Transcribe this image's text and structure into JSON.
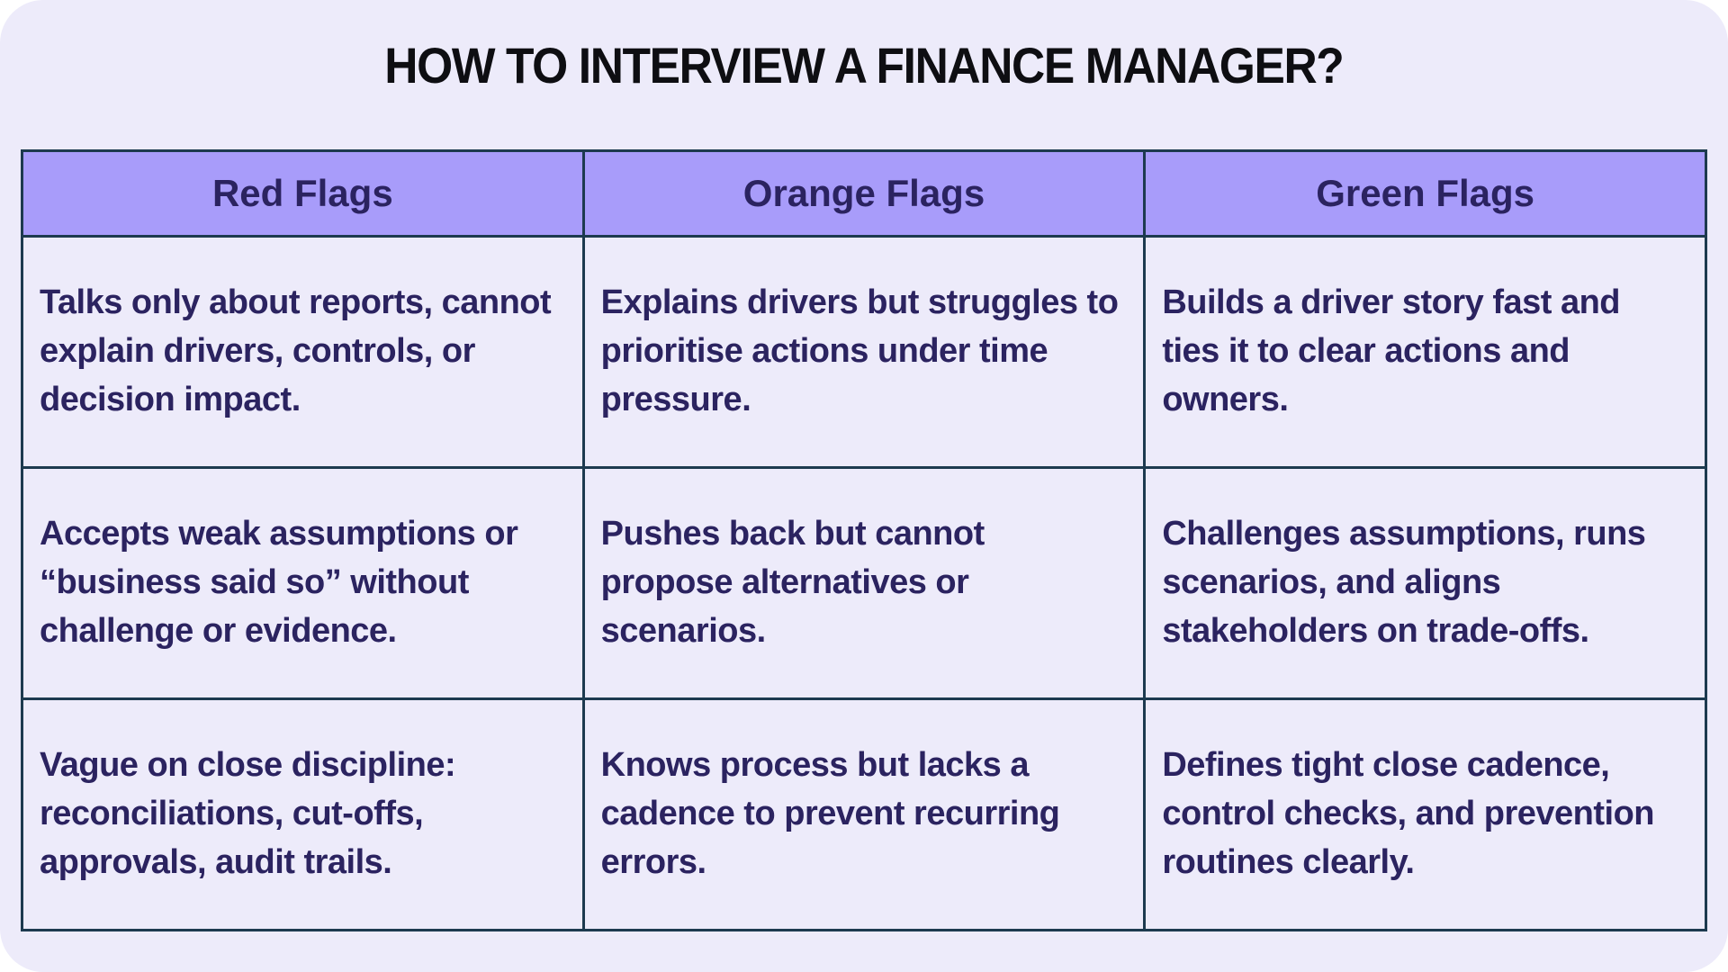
{
  "title": "HOW TO INTERVIEW A FINANCE MANAGER?",
  "chart_data": {
    "type": "table",
    "title": "HOW TO INTERVIEW A FINANCE MANAGER?",
    "columns": [
      "Red Flags",
      "Orange Flags",
      "Green Flags"
    ],
    "rows": [
      [
        "Talks only about reports, cannot explain drivers, controls, or decision impact.",
        "Explains drivers but struggles to prioritise actions under time pressure.",
        "Builds a driver story fast and ties it to clear actions and owners."
      ],
      [
        "Accepts weak assumptions or “business said so” without challenge or evidence.",
        "Pushes back but cannot propose alternatives or scenarios.",
        "Challenges assumptions, runs scenarios, and aligns stakeholders on trade-offs."
      ],
      [
        "Vague on close discipline: reconciliations, cut-offs, approvals, audit trails.",
        "Knows process but lacks a cadence to prevent recurring errors.",
        "Defines tight close cadence, control checks, and prevention routines clearly."
      ]
    ],
    "legend_position": "none",
    "grid": true
  },
  "colors": {
    "page_bg": "#ffffff",
    "card_bg": "#edebfa",
    "header_bg": "#a89cfa",
    "border": "#1d3a4f",
    "text": "#2b2360",
    "title": "#0e0e12"
  }
}
